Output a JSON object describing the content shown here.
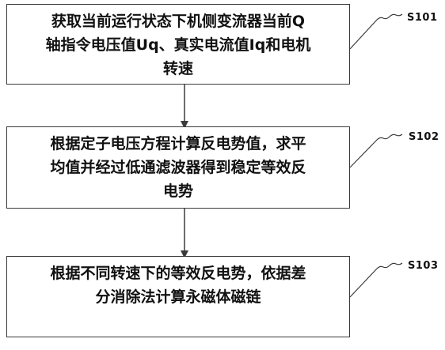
{
  "steps": [
    {
      "id": "S101",
      "text_lines": [
        "获取当前运行状态下机侧变流器当前Q",
        "轴指令电压值Uq、真实电流值Iq和电机",
        "转速"
      ]
    },
    {
      "id": "S102",
      "text_lines": [
        "根据定子电压方程计算反电势值，求平",
        "均值并经过低通滤波器得到稳定等效反",
        "电势"
      ]
    },
    {
      "id": "S103",
      "text_lines": [
        "根据不同转速下的等效反电势，依据差",
        "分消除法计算永磁体磁链"
      ]
    }
  ],
  "colors": {
    "box_border": "#3a3a3a",
    "arrow": "#3a3a3a",
    "text": "#111111"
  }
}
